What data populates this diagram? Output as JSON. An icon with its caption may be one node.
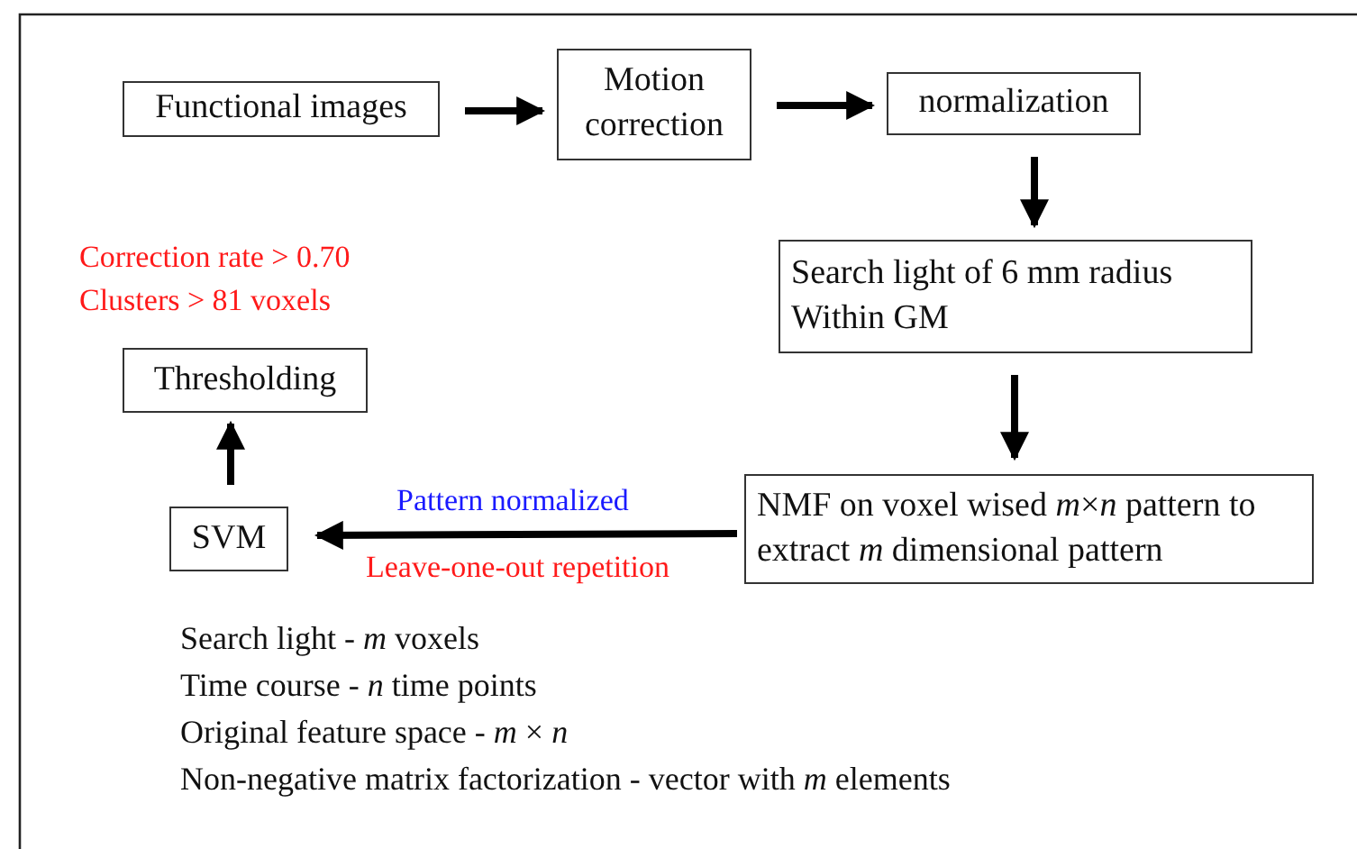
{
  "diagram": {
    "nodes": [
      {
        "text": [
          "Functional images"
        ]
      },
      {
        "text": [
          "Motion correction"
        ]
      },
      {
        "text": [
          "normalization"
        ]
      },
      {
        "text": [
          "Search light of 6 mm radius Within GM"
        ]
      },
      {
        "text": [
          "Thresholding"
        ]
      },
      {
        "text": [
          "SVM"
        ]
      },
      {
        "text": [
          "NMF on voxel wised *m*×*n* pattern to extract *m* dimensional pattern"
        ]
      }
    ],
    "edges": [
      {
        "from": 0,
        "to": 1,
        "arrow": "to"
      },
      {
        "from": 1,
        "to": 2,
        "arrow": "to"
      },
      {
        "from": 2,
        "to": 3,
        "arrow": "to"
      },
      {
        "from": 3,
        "to": 6,
        "arrow": "to"
      },
      {
        "from": 6,
        "to": 5,
        "arrow": "to",
        "label": "Pattern normalized"
      },
      {
        "from": 5,
        "to": 4,
        "arrow": "to"
      }
    ],
    "labels": [
      "Correction rate > 0.70",
      "Clusters > 81 voxels",
      "Leave-one-out repetition",
      "Search light - *m* voxels",
      "Time course - *n* time points",
      "Original feature space - *m* × *n*",
      "Non-negative matrix factorization - vector with *m* elements"
    ]
  }
}
